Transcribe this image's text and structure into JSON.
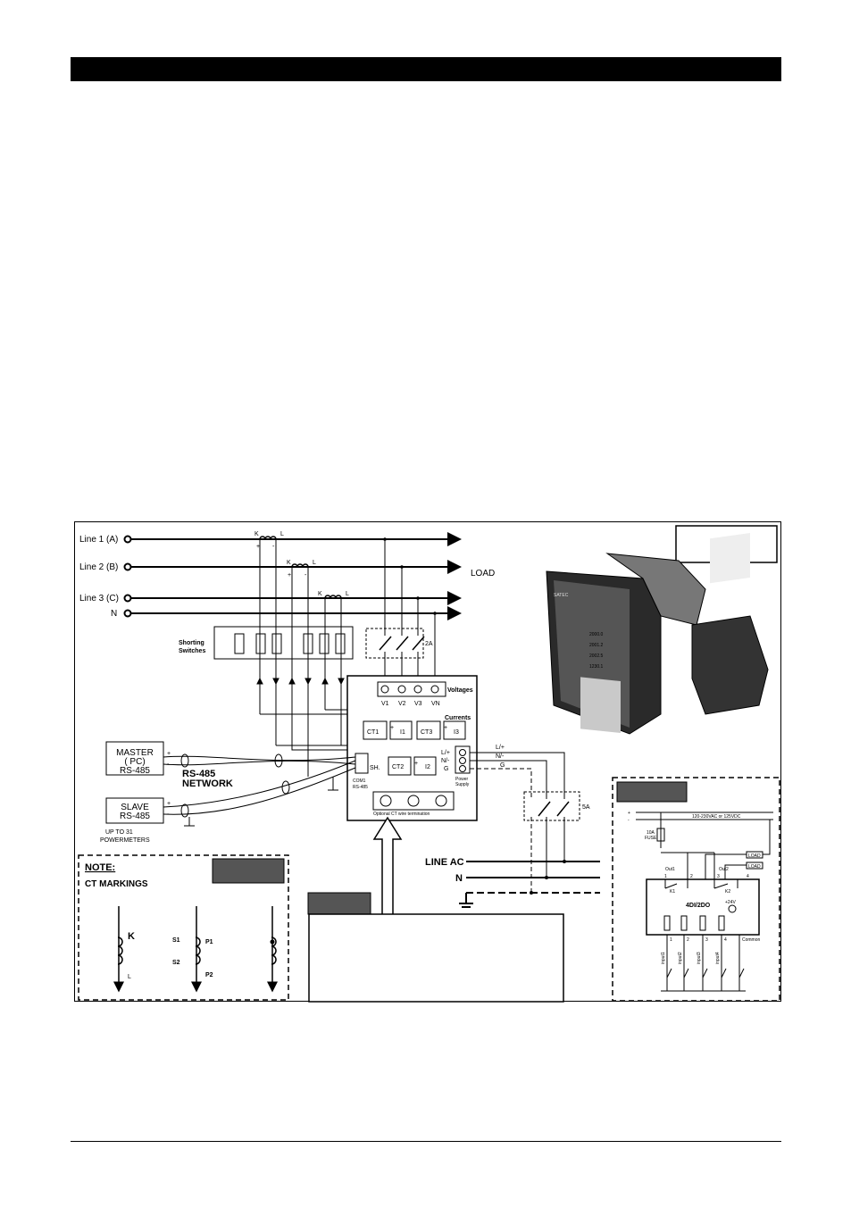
{
  "lines": [
    {
      "label": "Line 1 (A)"
    },
    {
      "label": "Line 2 (B)"
    },
    {
      "label": "Line 3 (C)"
    },
    {
      "label": "N"
    }
  ],
  "load_label": "LOAD",
  "ct_terminal_k": "K",
  "ct_terminal_l": "L",
  "plus_sign": "+",
  "minus_sign": "-",
  "shorting_switches_label": [
    "Shorting",
    "Switches"
  ],
  "fuse_2a": "2A",
  "fuse_5a": "5A",
  "voltages_label": "Voltages",
  "voltage_terminals": [
    "V1",
    "V2",
    "V3",
    "VN"
  ],
  "currents_label": "Currents",
  "current_terminals": [
    "CT1",
    "I1",
    "CT3",
    "I3",
    "CT2",
    "I2"
  ],
  "power_terminals": [
    "L/+",
    "N/-",
    "G"
  ],
  "power_supply_label": [
    "Power",
    "Supply"
  ],
  "com_label": [
    "COM1",
    "RS-485"
  ],
  "sh_label": "SH.",
  "optional_ct_label": "Optional CT wire termination",
  "master_label": [
    "MASTER",
    "( PC)",
    "RS-485"
  ],
  "slave_label": [
    "SLAVE",
    "RS-485"
  ],
  "rs485_network_label": [
    "RS-485",
    "NETWORK"
  ],
  "up_to_label": [
    "UP TO 31",
    "POWERMETERS"
  ],
  "line_ac_label": "LINE AC",
  "n_label": "N",
  "note_title": "NOTE:",
  "ct_markings_label": "CT MARKINGS",
  "ct_marking_symbols": [
    "K",
    "L",
    "S1",
    "S2",
    "P1",
    "P2"
  ],
  "io_module": {
    "supply_label": "120-230VAC or 125VDC",
    "fuse_label": [
      "10A",
      "FUSE"
    ],
    "load_labels": [
      "LOAD",
      "LOAD"
    ],
    "out_labels": [
      "Out1",
      "Out2"
    ],
    "relay_labels": [
      "K1",
      "K2"
    ],
    "module_name": "4DI/2DO",
    "terminals_top": [
      "1",
      "2",
      "3",
      "4"
    ],
    "terminals_bottom": [
      "1",
      "2",
      "3",
      "4",
      "Common"
    ],
    "input_labels": [
      "input1",
      "input2",
      "input3",
      "input4"
    ],
    "supply_marks": [
      "+",
      "-"
    ],
    "plus24v": "+24V"
  },
  "device_brand": "SATEC",
  "display_values": [
    "2000.0",
    "2001.2",
    "2002.5",
    "1230.1"
  ]
}
